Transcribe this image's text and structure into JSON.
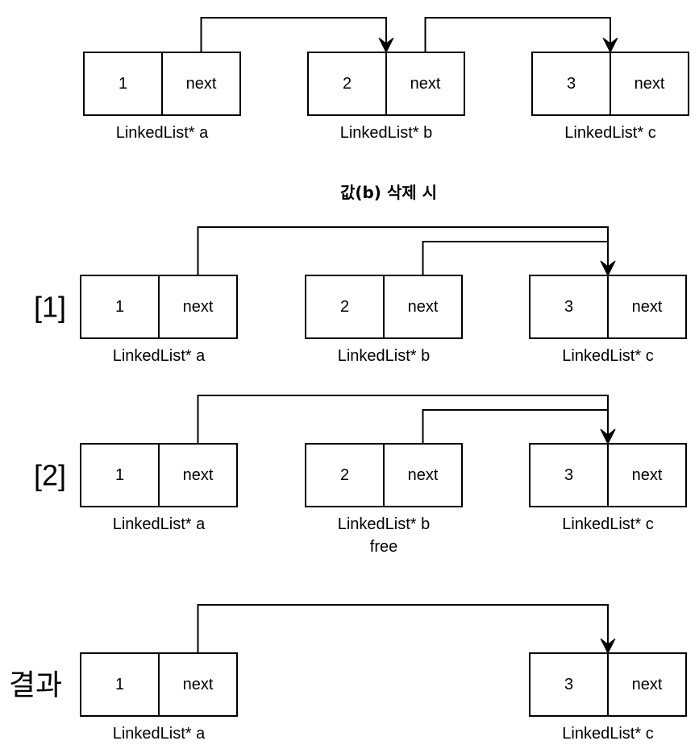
{
  "heading": "값(b) 삭제 시",
  "stages": [
    {
      "id": "initial",
      "label": "",
      "nodes": [
        {
          "id": "a",
          "value": "1",
          "pointer": "next",
          "caption": "LinkedList* a",
          "note": ""
        },
        {
          "id": "b",
          "value": "2",
          "pointer": "next",
          "caption": "LinkedList* b",
          "note": ""
        },
        {
          "id": "c",
          "value": "3",
          "pointer": "next",
          "caption": "LinkedList* c",
          "note": ""
        }
      ],
      "edges": [
        {
          "from": "a",
          "to": "b"
        },
        {
          "from": "b",
          "to": "c"
        }
      ]
    },
    {
      "id": "step-1",
      "label": "[1]",
      "nodes": [
        {
          "id": "a",
          "value": "1",
          "pointer": "next",
          "caption": "LinkedList* a",
          "note": ""
        },
        {
          "id": "b",
          "value": "2",
          "pointer": "next",
          "caption": "LinkedList* b",
          "note": ""
        },
        {
          "id": "c",
          "value": "3",
          "pointer": "next",
          "caption": "LinkedList* c",
          "note": ""
        }
      ],
      "edges": [
        {
          "from": "a",
          "to": "c"
        },
        {
          "from": "b",
          "to": "c"
        }
      ]
    },
    {
      "id": "step-2",
      "label": "[2]",
      "nodes": [
        {
          "id": "a",
          "value": "1",
          "pointer": "next",
          "caption": "LinkedList* a",
          "note": ""
        },
        {
          "id": "b",
          "value": "2",
          "pointer": "next",
          "caption": "LinkedList* b",
          "note": "free"
        },
        {
          "id": "c",
          "value": "3",
          "pointer": "next",
          "caption": "LinkedList* c",
          "note": ""
        }
      ],
      "edges": [
        {
          "from": "a",
          "to": "c"
        },
        {
          "from": "b",
          "to": "c"
        }
      ]
    },
    {
      "id": "result",
      "label": "결과",
      "nodes": [
        {
          "id": "a",
          "value": "1",
          "pointer": "next",
          "caption": "LinkedList* a",
          "note": ""
        },
        {
          "id": "c",
          "value": "3",
          "pointer": "next",
          "caption": "LinkedList* c",
          "note": ""
        }
      ],
      "edges": [
        {
          "from": "a",
          "to": "c"
        }
      ]
    }
  ]
}
